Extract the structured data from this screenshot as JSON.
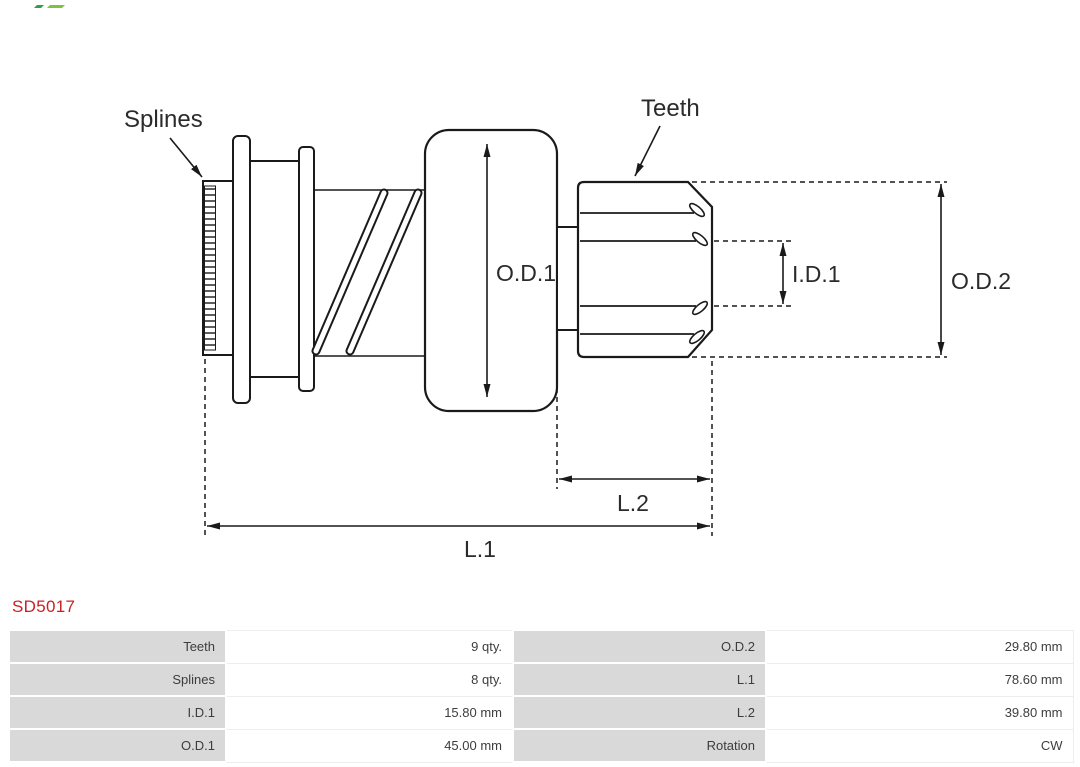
{
  "colors": {
    "page_background": "#ffffff",
    "drawing_line": "#1a1a1a",
    "accent_red": "#cb2026",
    "table_label_bg": "#d9d9d9",
    "logo_green_dark": "#2f9e45",
    "logo_green_light": "#7dc242"
  },
  "part_number": "SD5017",
  "diagram": {
    "callouts": {
      "splines": "Splines",
      "teeth": "Teeth"
    },
    "dimensions": {
      "od1": "O.D.1",
      "id1": "I.D.1",
      "od2": "O.D.2",
      "l1": "L.1",
      "l2": "L.2"
    }
  },
  "table": {
    "rows": [
      {
        "cells": [
          "Teeth",
          "9 qty.",
          "O.D.2",
          "29.80 mm"
        ]
      },
      {
        "cells": [
          "Splines",
          "8 qty.",
          "L.1",
          "78.60 mm"
        ]
      },
      {
        "cells": [
          "I.D.1",
          "15.80 mm",
          "L.2",
          "39.80 mm"
        ]
      },
      {
        "cells": [
          "O.D.1",
          "45.00 mm",
          "Rotation",
          "CW"
        ]
      }
    ]
  }
}
